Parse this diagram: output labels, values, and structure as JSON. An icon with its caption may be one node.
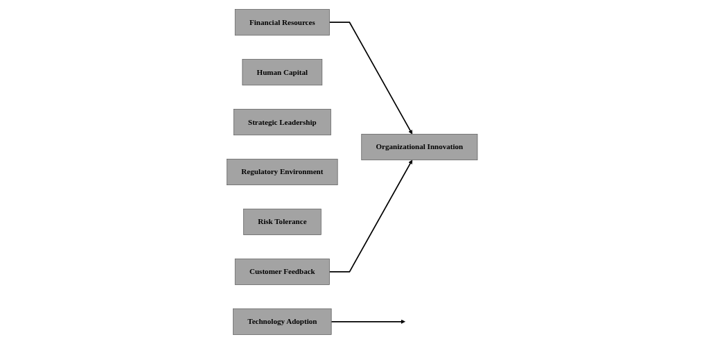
{
  "diagram": {
    "nodes": [
      {
        "text": [
          "Financial Resources"
        ]
      },
      {
        "text": [
          "Human Capital"
        ]
      },
      {
        "text": [
          "Strategic Leadership"
        ]
      },
      {
        "text": [
          "Regulatory Environment"
        ]
      },
      {
        "text": [
          "Risk Tolerance"
        ]
      },
      {
        "text": [
          "Customer Feedback"
        ]
      },
      {
        "text": [
          "Technology Adoption"
        ]
      },
      {
        "text": [
          "Organizational Innovation"
        ]
      }
    ],
    "edges": [
      {
        "from": 0,
        "to": 7,
        "arrow": "to"
      },
      {
        "from": 5,
        "to": 7,
        "arrow": "to"
      },
      {
        "from": 6,
        "to": null,
        "arrow": "to"
      }
    ]
  }
}
